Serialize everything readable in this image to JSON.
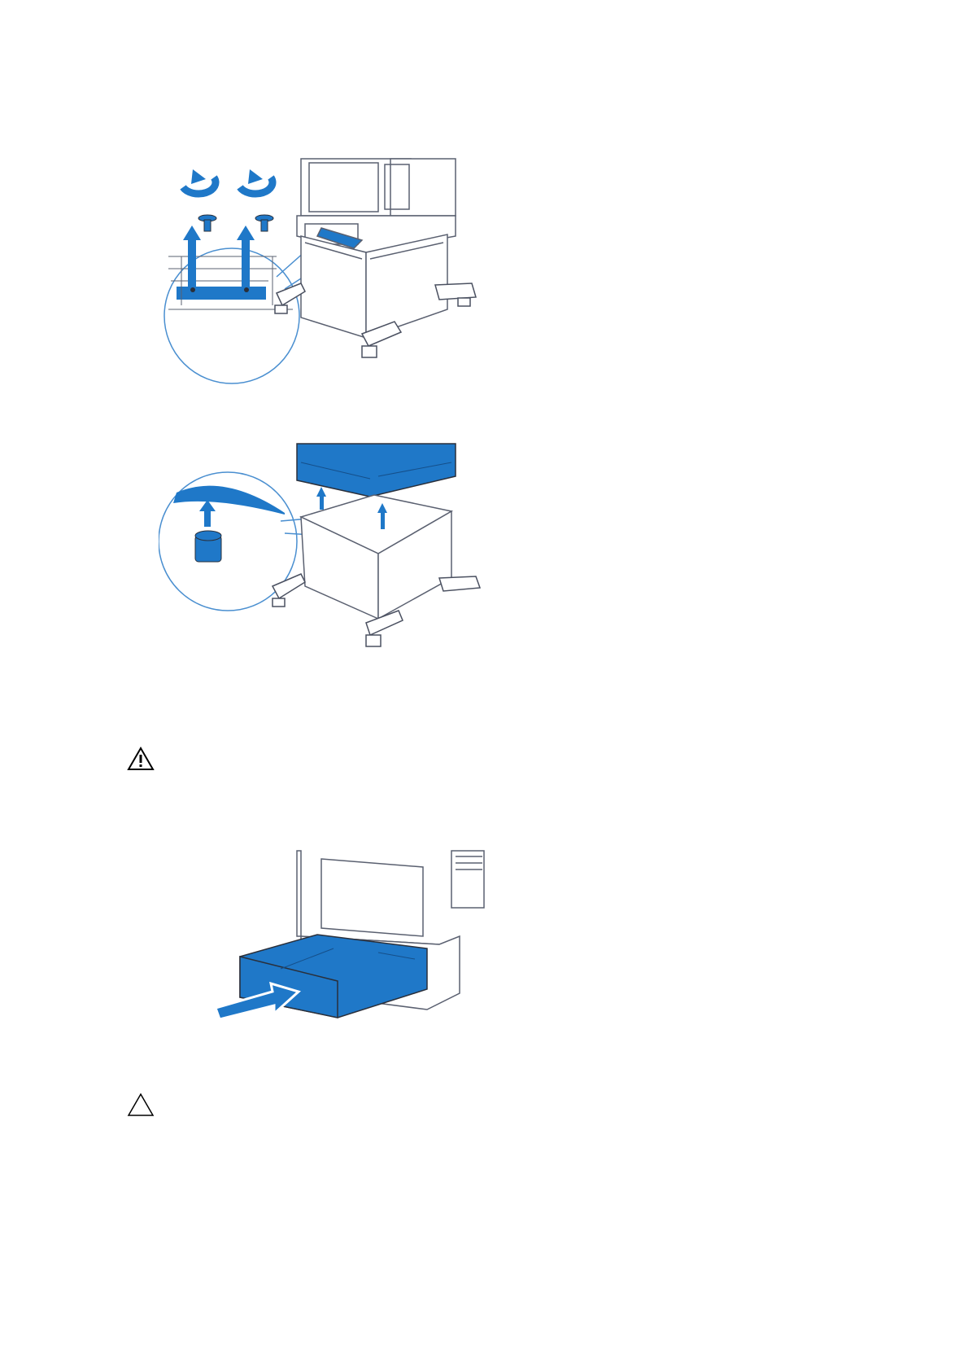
{
  "page": {
    "figures": [
      {
        "name": "figure-remove-screws",
        "icon": "printer-stand-screw-removal-illustration"
      },
      {
        "name": "figure-lift-printer-off-stand",
        "icon": "printer-lift-off-pins-illustration"
      },
      {
        "name": "figure-insert-tray",
        "icon": "tray-insert-illustration"
      }
    ],
    "callouts": [
      {
        "name": "warning-callout",
        "icon": "warning-icon"
      },
      {
        "name": "caution-callout",
        "icon": "caution-icon"
      }
    ],
    "colors": {
      "accent_blue": "#1f78c8",
      "line": "#5a6070",
      "light_line": "#a8adb8",
      "circle_line": "#4a8fd0"
    }
  }
}
